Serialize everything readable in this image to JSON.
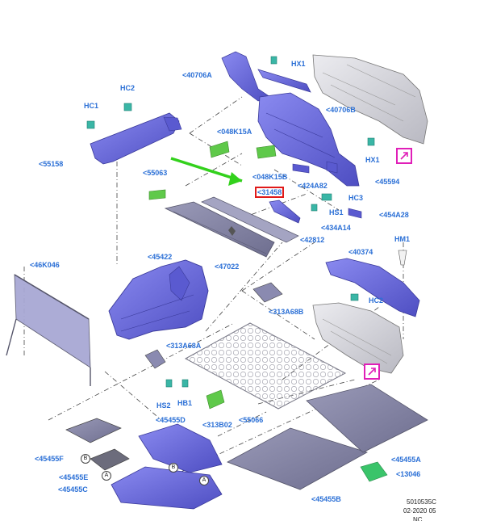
{
  "diagram": {
    "labels": {
      "p40706A": "<40706A",
      "pHX1a": "HX1",
      "pHC2a": "HC2",
      "pHC1": "HC1",
      "p40706B": "<40706B",
      "p048K15A": "<048K15A",
      "p55158": "<55158",
      "p55063": "<55063",
      "p048K15B": "<048K15B",
      "pHX1b": "HX1",
      "p424A82": "<424A82",
      "p45594": "<45594",
      "p31458": "<31458",
      "pHC3": "HC3",
      "pHS1": "HS1",
      "p454A28": "<454A28",
      "p434A14": "<434A14",
      "p42812": "<42812",
      "pHM1": "HM1",
      "p46K046": "<46K046",
      "p45422": "<45422",
      "p40374": "<40374",
      "p47022": "<47022",
      "pHC2b": "HC2",
      "p313A68B": "<313A68B",
      "p313A68A": "<313A68A",
      "pHS2": "HS2",
      "pHB1": "HB1",
      "p313B02": "<313B02",
      "p55066": "<55066",
      "p45455D": "<45455D",
      "p45455F": "<45455F",
      "p45455E": "<45455E",
      "p45455C": "<45455C",
      "p45455A": "<45455A",
      "p13046": "<13046",
      "p45455B": "<45455B",
      "keyA1": "A",
      "keyB1": "B",
      "keyA2": "A",
      "keyB2": "B"
    },
    "footer": {
      "code": "5010535C",
      "date": "02-2020 05",
      "tag": "NC"
    },
    "colors": {
      "label": "#2a6fd6",
      "part_purple": "#6f6fd9",
      "part_grey": "#d3d3d8",
      "clip_teal": "#3ab6a6",
      "green_part": "#5fc94a",
      "arrow_green": "#33d11c",
      "magenta": "#e01fb8",
      "highlight_red": "#e01919"
    },
    "icons": {
      "magenta_arrow_box_1": "callout-arrow-icon",
      "magenta_arrow_box_2": "callout-arrow-icon",
      "green_pointer": "pointer-arrow-icon"
    }
  }
}
